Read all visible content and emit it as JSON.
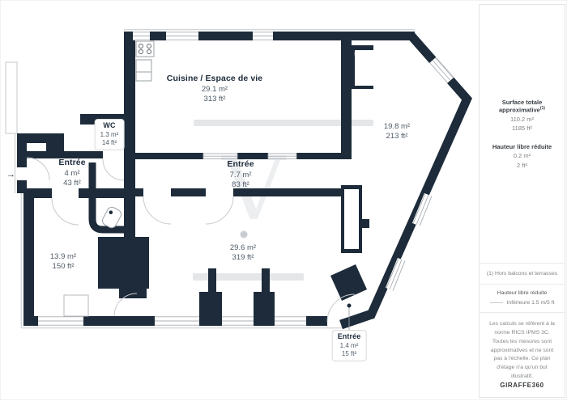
{
  "floorplan": {
    "watermark": "V",
    "entry_arrow": "→",
    "rooms": {
      "cuisine": {
        "name": "Cuisine / Espace de vie",
        "m2": "29.1 m²",
        "ft2": "313 ft²"
      },
      "wc": {
        "name": "WC",
        "m2": "1.3 m²",
        "ft2": "14 ft²"
      },
      "entree_gauche": {
        "name": "Entrée",
        "m2": "4 m²",
        "ft2": "43 ft²"
      },
      "entree_centrale": {
        "name": "Entrée",
        "m2": "7.7 m²",
        "ft2": "83 ft²"
      },
      "piece_droite": {
        "m2": "19.8 m²",
        "ft2": "213 ft²"
      },
      "piece_gauche": {
        "m2": "13.9 m²",
        "ft2": "150 ft²"
      },
      "piece_basse": {
        "m2": "29.6 m²",
        "ft2": "319 ft²"
      },
      "entree_basse": {
        "name": "Entrée",
        "m2": "1.4 m²",
        "ft2": "15 ft²"
      }
    }
  },
  "sidebar": {
    "surface": {
      "title": "Surface totale approximative",
      "sup": "(1)",
      "m2": "110.2 m²",
      "ft2": "1185 ft²"
    },
    "hauteur": {
      "title": "Hauteur libre réduite",
      "m2": "0.2 m²",
      "ft2": "2 ft²"
    },
    "footnote": "(1) Hors balcons et terrasses",
    "legend": {
      "title": "Hauteur libre réduite",
      "label": "Inférieure 1.5 m/5 ft"
    },
    "disclaimer": "Les calculs se réfèrent à la norme RICS IPMS 3C. Toutes les mesures sont approximatives et ne sont pas à l'échelle. Ce plan d'étage n'a qu'un but illustratif.",
    "logo": {
      "part1": "GIRAFFE",
      "part2": "360"
    }
  },
  "colors": {
    "wall": "#1d2b3a",
    "accent_gray": "#e4e6e8"
  }
}
